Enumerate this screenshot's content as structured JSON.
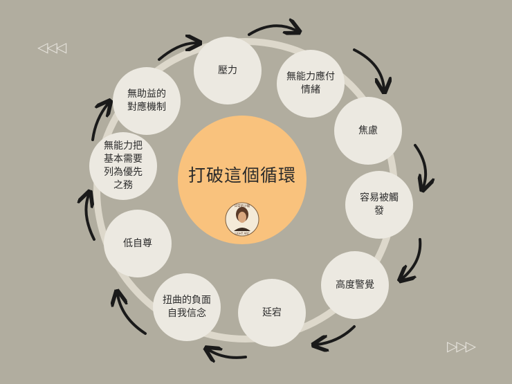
{
  "center": {
    "title": "打破這個循環",
    "logo_text_top": "日常的沙龍",
    "logo_text_bottom": "LIGHT ARC"
  },
  "nodes": [
    {
      "label": "壓力"
    },
    {
      "label": "無能力應付\n情緒"
    },
    {
      "label": "焦慮"
    },
    {
      "label": "容易被觸\n發"
    },
    {
      "label": "高度警覺"
    },
    {
      "label": "延宕"
    },
    {
      "label": "扭曲的負面\n自我信念"
    },
    {
      "label": "低自尊"
    },
    {
      "label": "無能力把\n基本需要\n列為優先\n之務"
    },
    {
      "label": "無助益的\n對應機制"
    }
  ],
  "decorations": {
    "left_arrows": "◁◁◁",
    "right_arrows": "▷▷▷"
  },
  "colors": {
    "background": "#b1ad9f",
    "node": "#ece9e1",
    "ring": "#ddd8cb",
    "center": "#f9c27d",
    "arrow": "#1a1a1a"
  }
}
